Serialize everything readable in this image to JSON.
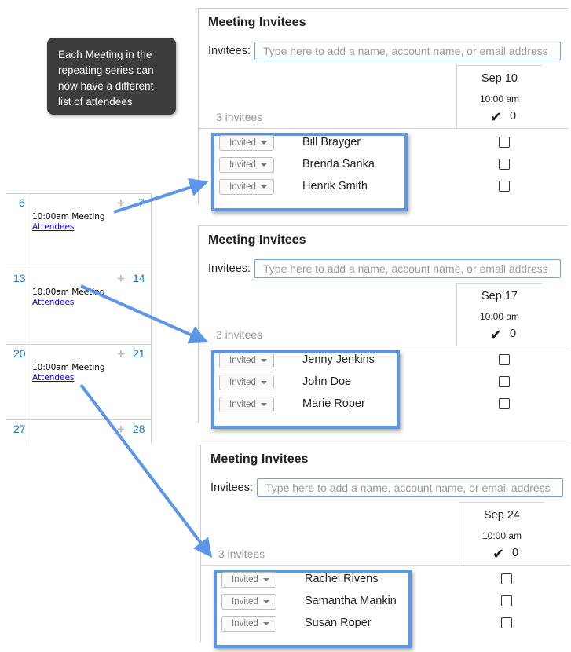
{
  "callout": {
    "lines": [
      "Each Meeting in the",
      "repeating series can",
      "now have a different",
      "list of attendees"
    ]
  },
  "calendar": {
    "weeks": [
      {
        "left_day": "6",
        "right_day": "7",
        "event": "10:00am Meeting",
        "link": "Attendees"
      },
      {
        "left_day": "13",
        "right_day": "14",
        "event": "10:00am Meeting",
        "link": "Attendees"
      },
      {
        "left_day": "20",
        "right_day": "21",
        "event": "10:00am Meeting",
        "link": "Attendees"
      },
      {
        "left_day": "27",
        "right_day": "28"
      }
    ],
    "add_symbol": "+"
  },
  "panels": [
    {
      "title": "Meeting Invitees",
      "invitees_label": "Invitees:",
      "placeholder": "Type here to add a name, account name, or email address",
      "date": "Sep 10",
      "time": "10:00 am",
      "accept_count": "0",
      "invitee_count": "3 invitees",
      "rows": [
        {
          "status": "Invited",
          "name": "Bill Brayger"
        },
        {
          "status": "Invited",
          "name": "Brenda Sanka"
        },
        {
          "status": "Invited",
          "name": "Henrik Smith"
        }
      ]
    },
    {
      "title": "Meeting Invitees",
      "invitees_label": "Invitees:",
      "placeholder": "Type here to add a name, account name, or email address",
      "date": "Sep 17",
      "time": "10:00 am",
      "accept_count": "0",
      "invitee_count": "3 invitees",
      "rows": [
        {
          "status": "Invited",
          "name": "Jenny Jenkins"
        },
        {
          "status": "Invited",
          "name": "John Doe"
        },
        {
          "status": "Invited",
          "name": "Marie Roper"
        }
      ]
    },
    {
      "title": "Meeting Invitees",
      "invitees_label": "Invitees:",
      "placeholder": "Type here to add a name, account name, or email address",
      "date": "Sep 24",
      "time": "10:00 am",
      "accept_count": "0",
      "invitee_count": "3 invitees",
      "rows": [
        {
          "status": "Invited",
          "name": "Rachel Rivens"
        },
        {
          "status": "Invited",
          "name": "Samantha Mankin"
        },
        {
          "status": "Invited",
          "name": "Susan Roper"
        }
      ]
    }
  ],
  "colors": {
    "highlight": "#5b96e8",
    "day_number": "#1a7bbf",
    "link": "#0000ee",
    "callout_bg": "#3d3d3d"
  }
}
